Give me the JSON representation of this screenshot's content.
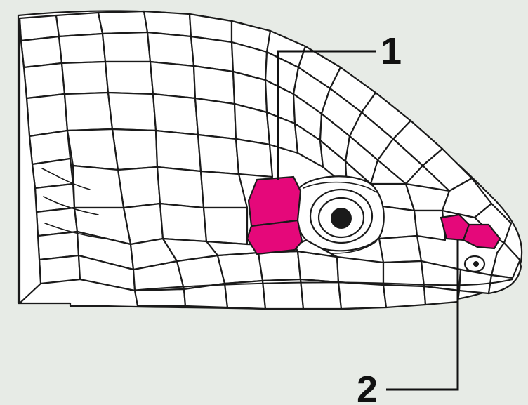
{
  "colors": {
    "background": "#e7ebe6",
    "outline": "#1a1a1a",
    "highlight": "#e5087a",
    "scale_fill": "#ffffff"
  },
  "callouts": [
    {
      "label": "1",
      "target": "scales-behind-eye"
    },
    {
      "label": "2",
      "target": "scales-near-nostril"
    }
  ]
}
